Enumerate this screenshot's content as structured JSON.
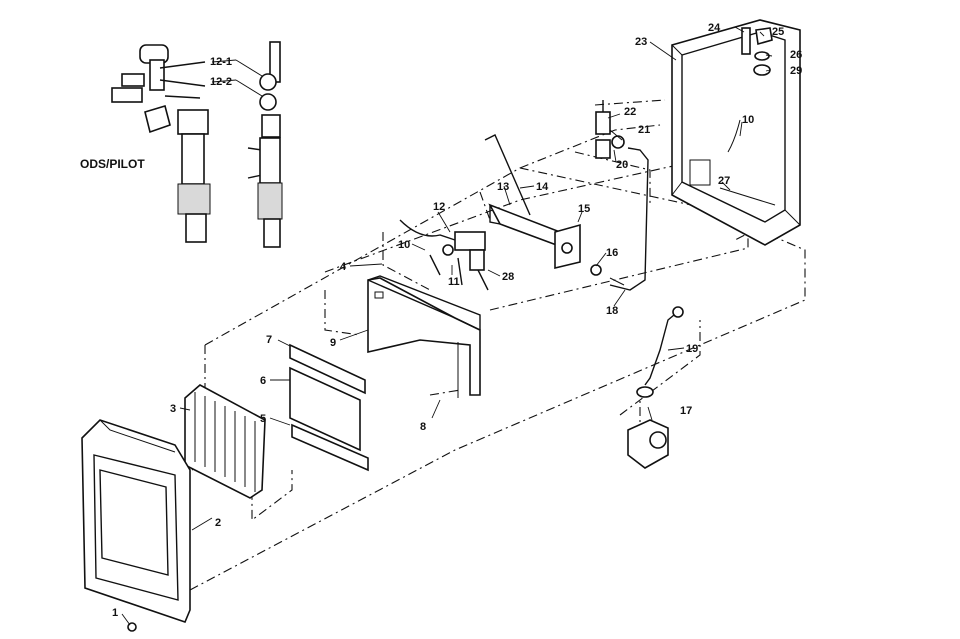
{
  "diagram": {
    "caption": "ODS/PILOT",
    "callouts": [
      {
        "id": "c-12-1",
        "text": "12-1"
      },
      {
        "id": "c-12-2",
        "text": "12-2"
      },
      {
        "id": "c-1",
        "text": "1"
      },
      {
        "id": "c-2",
        "text": "2"
      },
      {
        "id": "c-3",
        "text": "3"
      },
      {
        "id": "c-4",
        "text": "4"
      },
      {
        "id": "c-5",
        "text": "5"
      },
      {
        "id": "c-6",
        "text": "6"
      },
      {
        "id": "c-7",
        "text": "7"
      },
      {
        "id": "c-8",
        "text": "8"
      },
      {
        "id": "c-9",
        "text": "9"
      },
      {
        "id": "c-10a",
        "text": "10"
      },
      {
        "id": "c-10b",
        "text": "10"
      },
      {
        "id": "c-11",
        "text": "11"
      },
      {
        "id": "c-12",
        "text": "12"
      },
      {
        "id": "c-13",
        "text": "13"
      },
      {
        "id": "c-14",
        "text": "14"
      },
      {
        "id": "c-15",
        "text": "15"
      },
      {
        "id": "c-16",
        "text": "16"
      },
      {
        "id": "c-17",
        "text": "17"
      },
      {
        "id": "c-18",
        "text": "18"
      },
      {
        "id": "c-19",
        "text": "19"
      },
      {
        "id": "c-20",
        "text": "20"
      },
      {
        "id": "c-21",
        "text": "21"
      },
      {
        "id": "c-22",
        "text": "22"
      },
      {
        "id": "c-23",
        "text": "23"
      },
      {
        "id": "c-24",
        "text": "24"
      },
      {
        "id": "c-25",
        "text": "25"
      },
      {
        "id": "c-26",
        "text": "26"
      },
      {
        "id": "c-27",
        "text": "27"
      },
      {
        "id": "c-28",
        "text": "28"
      },
      {
        "id": "c-29",
        "text": "29"
      }
    ]
  }
}
